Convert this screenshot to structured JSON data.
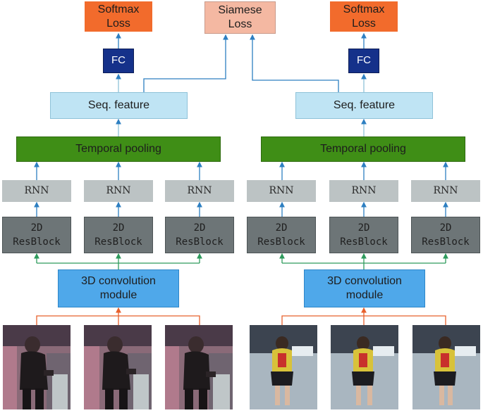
{
  "left_branch": {
    "softmax_loss": "Softmax\nLoss",
    "fc": "FC",
    "seq_feature": "Seq. feature",
    "temporal_pooling": "Temporal pooling",
    "rnn_cells": [
      "RNN",
      "RNN",
      "RNN"
    ],
    "resblocks": [
      "2D\nResBlock",
      "2D\nResBlock",
      "2D\nResBlock"
    ],
    "conv3d": "3D convolution\nmodule",
    "frame_count": 3
  },
  "right_branch": {
    "softmax_loss": "Softmax\nLoss",
    "fc": "FC",
    "seq_feature": "Seq. feature",
    "temporal_pooling": "Temporal pooling",
    "rnn_cells": [
      "RNN",
      "RNN",
      "RNN"
    ],
    "resblocks": [
      "2D\nResBlock",
      "2D\nResBlock",
      "2D\nResBlock"
    ],
    "conv3d": "3D convolution\nmodule",
    "frame_count": 3
  },
  "siamese_loss": "Siamese\nLoss",
  "colors": {
    "softmax": "#f26b2c",
    "siamese": "#f4b8a2",
    "fc": "#15318a",
    "seq_feature": "#bfe4f4",
    "temporal_pooling": "#3f8e16",
    "rnn": "#bcc3c4",
    "resblock": "#6d7577",
    "conv3d": "#4fa8ea",
    "arrow_blue": "#2d7fc1",
    "arrow_green": "#2e9a5c",
    "arrow_orange": "#e8602c"
  }
}
